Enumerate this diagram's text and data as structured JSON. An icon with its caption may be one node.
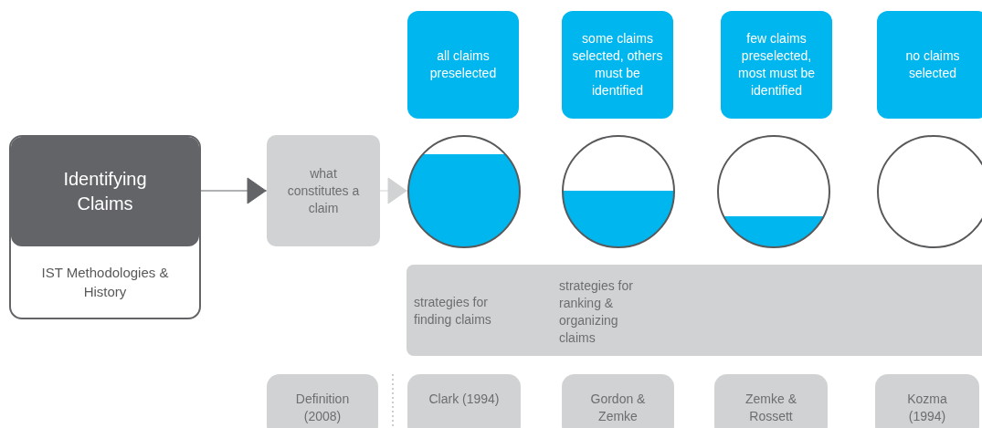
{
  "diagram": {
    "nodes": [
      {
        "text": [
          "Identifying Claims",
          "IST Methodologies & History"
        ]
      },
      {
        "text": [
          "what constitutes a claim"
        ]
      },
      {
        "text": [
          "all claims preselected"
        ]
      },
      {
        "text": [
          "some claims selected, others must be identified"
        ]
      },
      {
        "text": [
          "few claims preselected, most must be identified"
        ]
      },
      {
        "text": [
          "no claims selected"
        ]
      },
      {
        "text": [],
        "shape": "circle"
      },
      {
        "text": [],
        "shape": "circle"
      },
      {
        "text": [],
        "shape": "circle"
      },
      {
        "text": [],
        "shape": "circle"
      },
      {
        "text": [
          "strategies for finding claims",
          "strategies for ranking & organizing claims"
        ]
      },
      {
        "text": [
          "Definition (2008)"
        ]
      },
      {
        "text": [
          "Clark (1994)"
        ]
      },
      {
        "text": [
          "Gordon & Zemke (2000)"
        ]
      },
      {
        "text": [
          "Zemke & Rossett (2002)"
        ]
      },
      {
        "text": [
          "Kozma (1994)"
        ]
      }
    ],
    "edges": [
      {
        "from": 0,
        "to": 1,
        "arrow": "to"
      },
      {
        "from": 1,
        "to": 6,
        "arrow": "to",
        "color": "#d1d2d3"
      }
    ]
  }
}
